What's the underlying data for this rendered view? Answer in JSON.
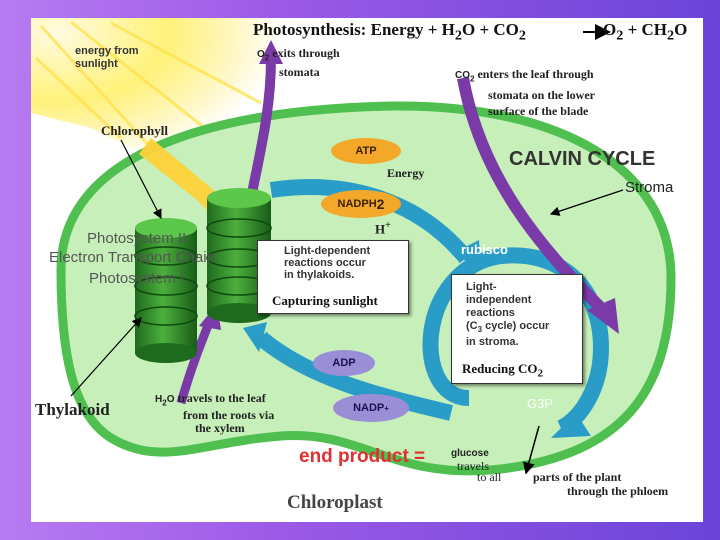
{
  "header": {
    "title": "Photosynthesis:",
    "equation_lhs": "Energy + H",
    "eq_sub1": "2",
    "eq_mid": "O + CO",
    "eq_sub2": "2",
    "eq_o": "O",
    "eq_sub3": "2",
    "eq_rhs": "+ CH",
    "eq_sub4": "2",
    "eq_end": "O"
  },
  "sunlight": {
    "label_line1": "energy from",
    "label_line2": "sunlight"
  },
  "o2_exit": {
    "formula": "O",
    "sub": "2",
    "line1": "exits through",
    "line2": "stomata"
  },
  "co2_enter": {
    "formula": "CO",
    "sub": "2",
    "line1": "enters the leaf through",
    "line2": "stomata on the lower",
    "line3": "surface of the blade"
  },
  "labels": {
    "chlorophyll": "Chlorophyll",
    "calvin_cycle": "CALVIN CYCLE",
    "stroma": "Stroma",
    "energy": "Energy",
    "h_plus": "H",
    "h_plus_sup": "+",
    "photosystem2": "Photosystem II",
    "etc": "Electron Transport Chain",
    "photosystem1": "Photosystem I",
    "rubisco": "rubisco",
    "thylakoid": "Thylakoid",
    "g3p": "G3P",
    "chloroplast": "Chloroplast"
  },
  "molecules": {
    "atp": "ATP",
    "nadph": "NADPH",
    "nadph_sub": "2",
    "adp": "ADP",
    "nadp": "NADP",
    "nadp_sup": "+"
  },
  "light_box": {
    "line1": "Light-dependent",
    "line2": "reactions occur",
    "line3": "in thylakoids.",
    "caption": "Capturing sunlight"
  },
  "dark_box": {
    "line1": "Light-",
    "line2": "independent",
    "line3": "reactions",
    "line4_a": "(C",
    "line4_sub": "3",
    "line4_b": " cycle) occur",
    "line5": "in stroma.",
    "caption": "Reducing CO",
    "caption_sub": "2"
  },
  "h2o": {
    "formula": "H",
    "sub": "2",
    "formula_end": "O",
    "line1": "travels to the leaf",
    "line2": "from the roots via",
    "line3": "the xylem"
  },
  "end_product": {
    "label": "end product =",
    "glucose": "glucose",
    "travels": "travels",
    "to_all": "to all",
    "line1": "parts of the plant",
    "line2": "through the phloem"
  },
  "colors": {
    "stroma_green": "#c6efb9",
    "membrane_green": "#4fc04f",
    "purple_arrow": "#7a3aa8",
    "teal_arrow": "#2a9cc8",
    "pill_orange": "#f4a82a",
    "pill_violet": "#9a8fd6",
    "end_product_red": "#e03030"
  }
}
